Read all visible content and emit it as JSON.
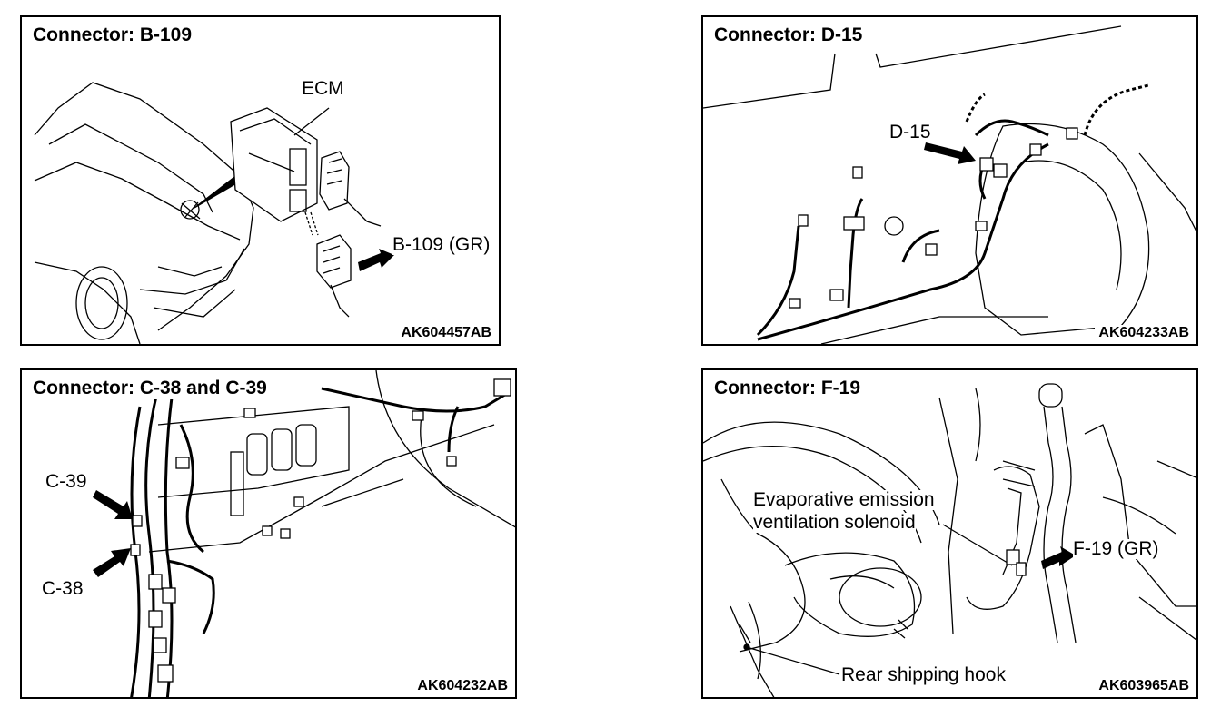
{
  "panels": [
    {
      "title": "Connector: B-109",
      "labels": {
        "ecm": "ECM",
        "b109": "B-109 (GR)"
      },
      "code": "AK604457AB"
    },
    {
      "title": "Connector: D-15",
      "labels": {
        "d15": "D-15"
      },
      "code": "AK604233AB"
    },
    {
      "title": "Connector: C-38 and C-39",
      "labels": {
        "c39": "C-39",
        "c38": "C-38"
      },
      "code": "AK604232AB"
    },
    {
      "title": "Connector: F-19",
      "labels": {
        "solenoid_line1": "Evaporative emission",
        "solenoid_line2": "ventilation solenoid",
        "f19": "F-19 (GR)",
        "hook": "Rear shipping hook"
      },
      "code": "AK603965AB"
    }
  ]
}
